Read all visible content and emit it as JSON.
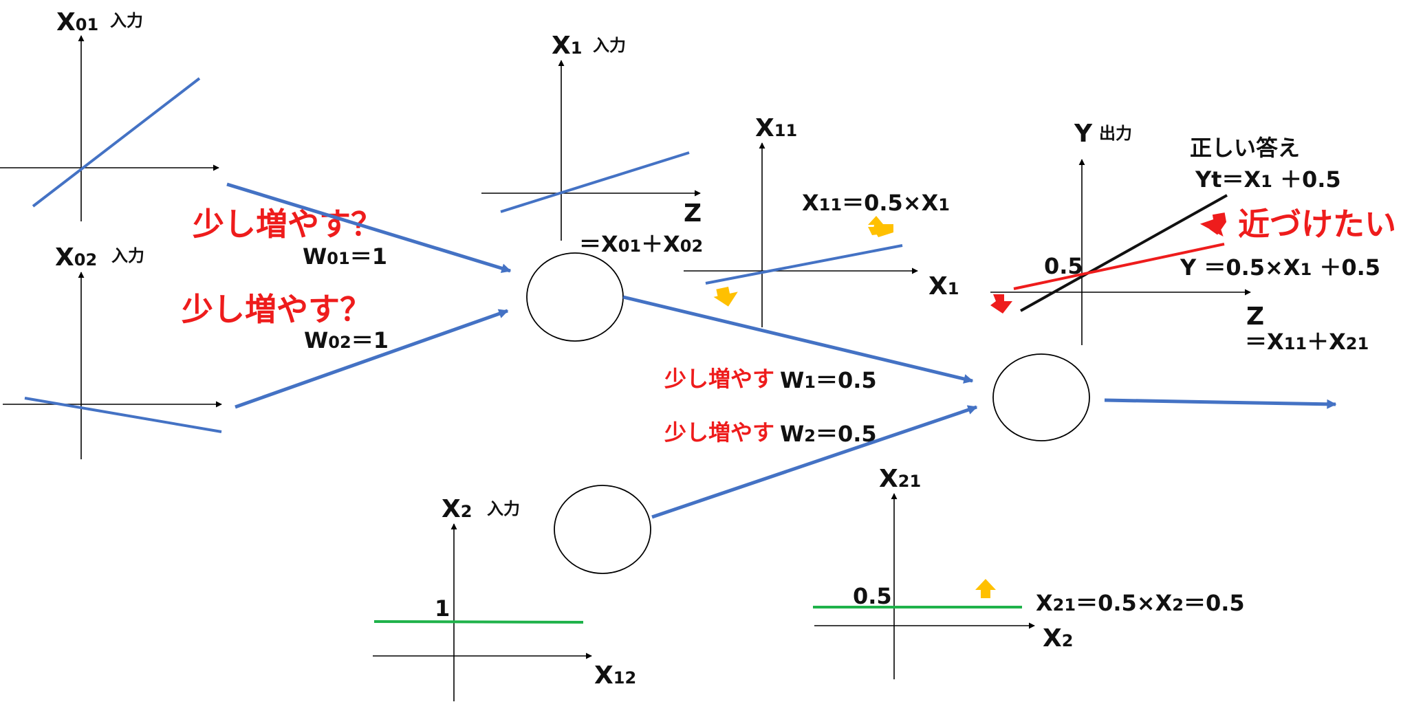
{
  "colors": {
    "blue": "#4472c4",
    "green": "#1fb24a",
    "red": "#ee1c1c",
    "black": "#111111",
    "yellow": "#ffc000"
  },
  "graphs": {
    "x01": {
      "axis_label": "X",
      "axis_sub": "01",
      "io_label": "入力"
    },
    "x02": {
      "axis_label": "X",
      "axis_sub": "02",
      "io_label": "入力"
    },
    "x1": {
      "axis_label": "X",
      "axis_sub": "1",
      "io_label": "入力",
      "z_label": "Z",
      "z_eq_prefix": "＝X",
      "z_eq_sub1": "01",
      "z_eq_mid": "＋X",
      "z_eq_sub2": "02"
    },
    "x11": {
      "axis_label": "X",
      "axis_sub": "11",
      "x_axis_label": "X",
      "x_axis_sub": "1",
      "eq_a": "X",
      "eq_a_sub": "11",
      "eq_b": "＝0.5×X",
      "eq_b_sub": "1"
    },
    "y": {
      "axis_label": "Y",
      "io_label": "出力",
      "correct_title": "正しい答え",
      "yt_a": "Yt＝X",
      "yt_sub": "1",
      "yt_b": " ＋0.5",
      "y_a": "Y ＝0.5×X",
      "y_sub": "1",
      "y_b": " ＋0.5",
      "intercept": "0.5",
      "z_label": "Z",
      "z_eq_prefix": "＝X",
      "z_eq_sub1": "11",
      "z_eq_mid": "＋X",
      "z_eq_sub2": "21",
      "annotation": "近づけたい"
    },
    "x2": {
      "axis_label": "X",
      "axis_sub": "2",
      "io_label": "入力",
      "value": "1",
      "x_axis_label": "X",
      "x_axis_sub": "12"
    },
    "x21": {
      "axis_label": "X",
      "axis_sub": "21",
      "value": "0.5",
      "x_axis_label": "X",
      "x_axis_sub": "2",
      "eq_a": "X",
      "eq_a_sub": "21",
      "eq_b": "＝0.5×X",
      "eq_b_sub": "2",
      "eq_c": "＝0.5"
    }
  },
  "weights": {
    "w01": {
      "question": "少し増やす？",
      "a": "W",
      "sub": "01",
      "b": "＝1"
    },
    "w02": {
      "question": "少し増やす？",
      "a": "W",
      "sub": "02",
      "b": "＝1"
    },
    "w1": {
      "prefix": "少し増やす",
      "a": "W",
      "sub": "1",
      "b": "＝0.5"
    },
    "w2": {
      "prefix": "少し増やす",
      "a": "W",
      "sub": "2",
      "b": "＝0.5"
    }
  }
}
